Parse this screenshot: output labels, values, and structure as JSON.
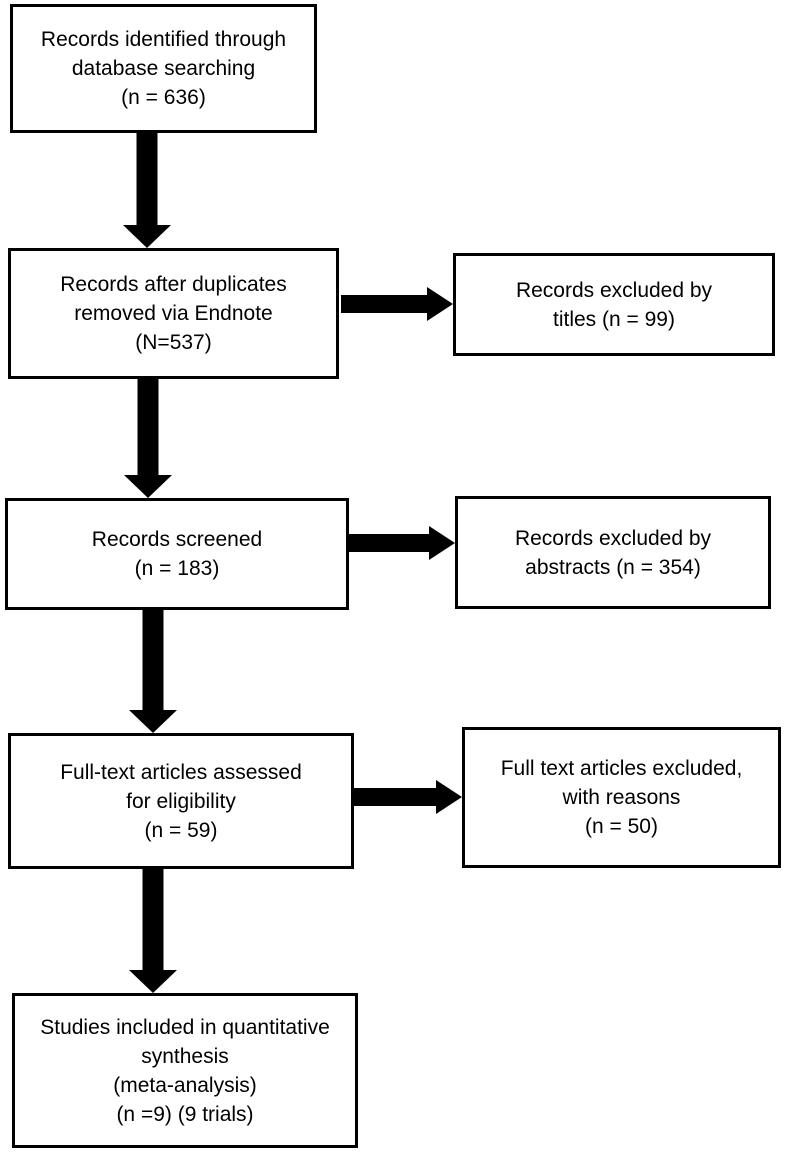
{
  "flowchart": {
    "main_boxes": [
      {
        "label": "Records identified through\ndatabase searching\n(n = 636)",
        "count": 636
      },
      {
        "label": "Records after duplicates\nremoved via Endnote\n(N=537)",
        "count": 537
      },
      {
        "label": "Records screened\n(n = 183)",
        "count": 183
      },
      {
        "label": "Full-text articles assessed\nfor eligibility\n(n = 59)",
        "count": 59
      },
      {
        "label": "Studies included in quantitative\nsynthesis\n(meta-analysis)\n(n =9) (9 trials)",
        "count": 9,
        "trials": 9
      }
    ],
    "exclusion_boxes": [
      {
        "label": "Records excluded by\ntitles (n = 99)",
        "count": 99
      },
      {
        "label": "Records excluded by\nabstracts (n = 354)",
        "count": 354
      },
      {
        "label": "Full text articles excluded,\nwith reasons\n(n = 50)",
        "count": 50
      }
    ],
    "colors": {
      "background": "#ffffff",
      "box_fill": "#ffffff",
      "box_border": "#000000",
      "arrow": "#000000",
      "text": "#000000"
    }
  }
}
